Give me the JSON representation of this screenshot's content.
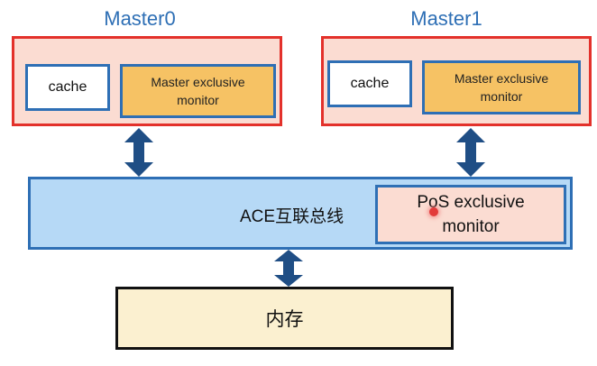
{
  "masters": [
    {
      "title": "Master0",
      "cache_label": "cache",
      "monitor_label": "Master exclusive\nmonitor"
    },
    {
      "title": "Master1",
      "cache_label": "cache",
      "monitor_label": "Master exclusive\nmonitor"
    }
  ],
  "bus": {
    "label": "ACE互联总线",
    "pos_monitor_label": "PoS exclusive\nmonitor"
  },
  "memory": {
    "label": "内存"
  },
  "colors": {
    "master_border": "#e3312b",
    "master_fill": "#fbdcd2",
    "component_border": "#2e6fb5",
    "monitor_fill": "#f6c264",
    "bus_fill": "#b6d9f6",
    "memory_fill": "#fbf0d0",
    "arrow": "#1f4e85"
  }
}
